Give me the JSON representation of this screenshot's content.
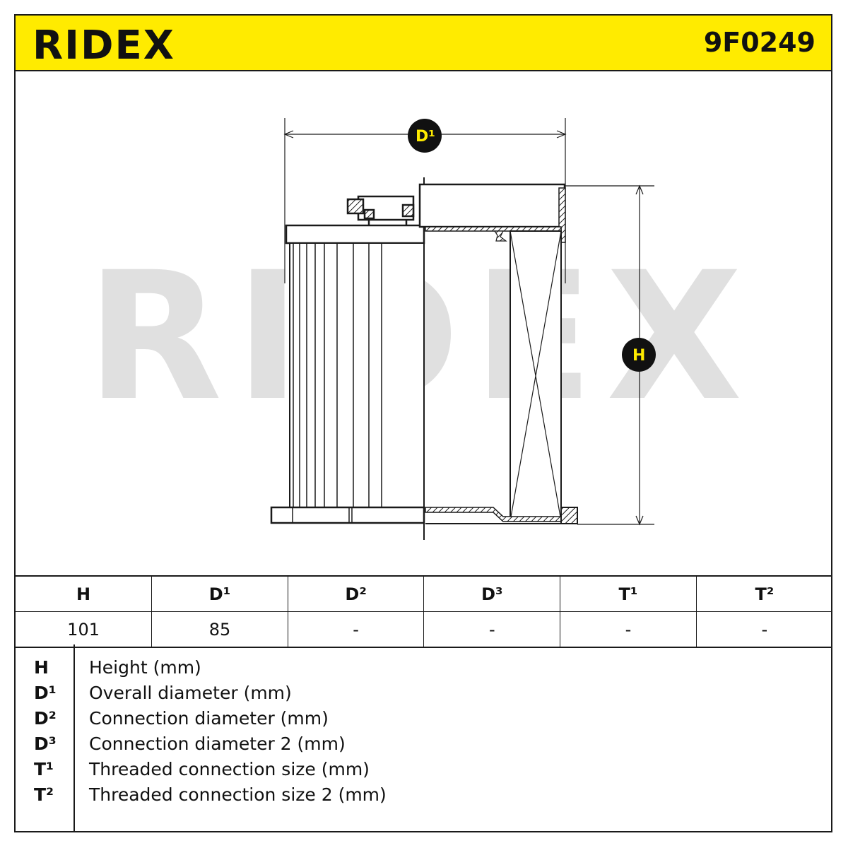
{
  "header": {
    "brand": "RIDEX",
    "part_number": "9F0249"
  },
  "drawing": {
    "watermark": "RIDEX",
    "dimension_labels": {
      "d1": "D¹",
      "h": "H"
    }
  },
  "dimensions_table": {
    "headers": [
      "H",
      "D¹",
      "D²",
      "D³",
      "T¹",
      "T²"
    ],
    "values": [
      "101",
      "85",
      "-",
      "-",
      "-",
      "-"
    ]
  },
  "legend": [
    {
      "key": "H",
      "description": "Height (mm)"
    },
    {
      "key": "D¹",
      "description": "Overall diameter (mm)"
    },
    {
      "key": "D²",
      "description": "Connection diameter (mm)"
    },
    {
      "key": "D³",
      "description": "Connection diameter 2 (mm)"
    },
    {
      "key": "T¹",
      "description": "Threaded connection size (mm)"
    },
    {
      "key": "T²",
      "description": "Threaded connection size 2 (mm)"
    }
  ],
  "colors": {
    "accent_yellow": "#ffeb00",
    "line": "#1a1a1a",
    "watermark": "#e0e0e0"
  }
}
